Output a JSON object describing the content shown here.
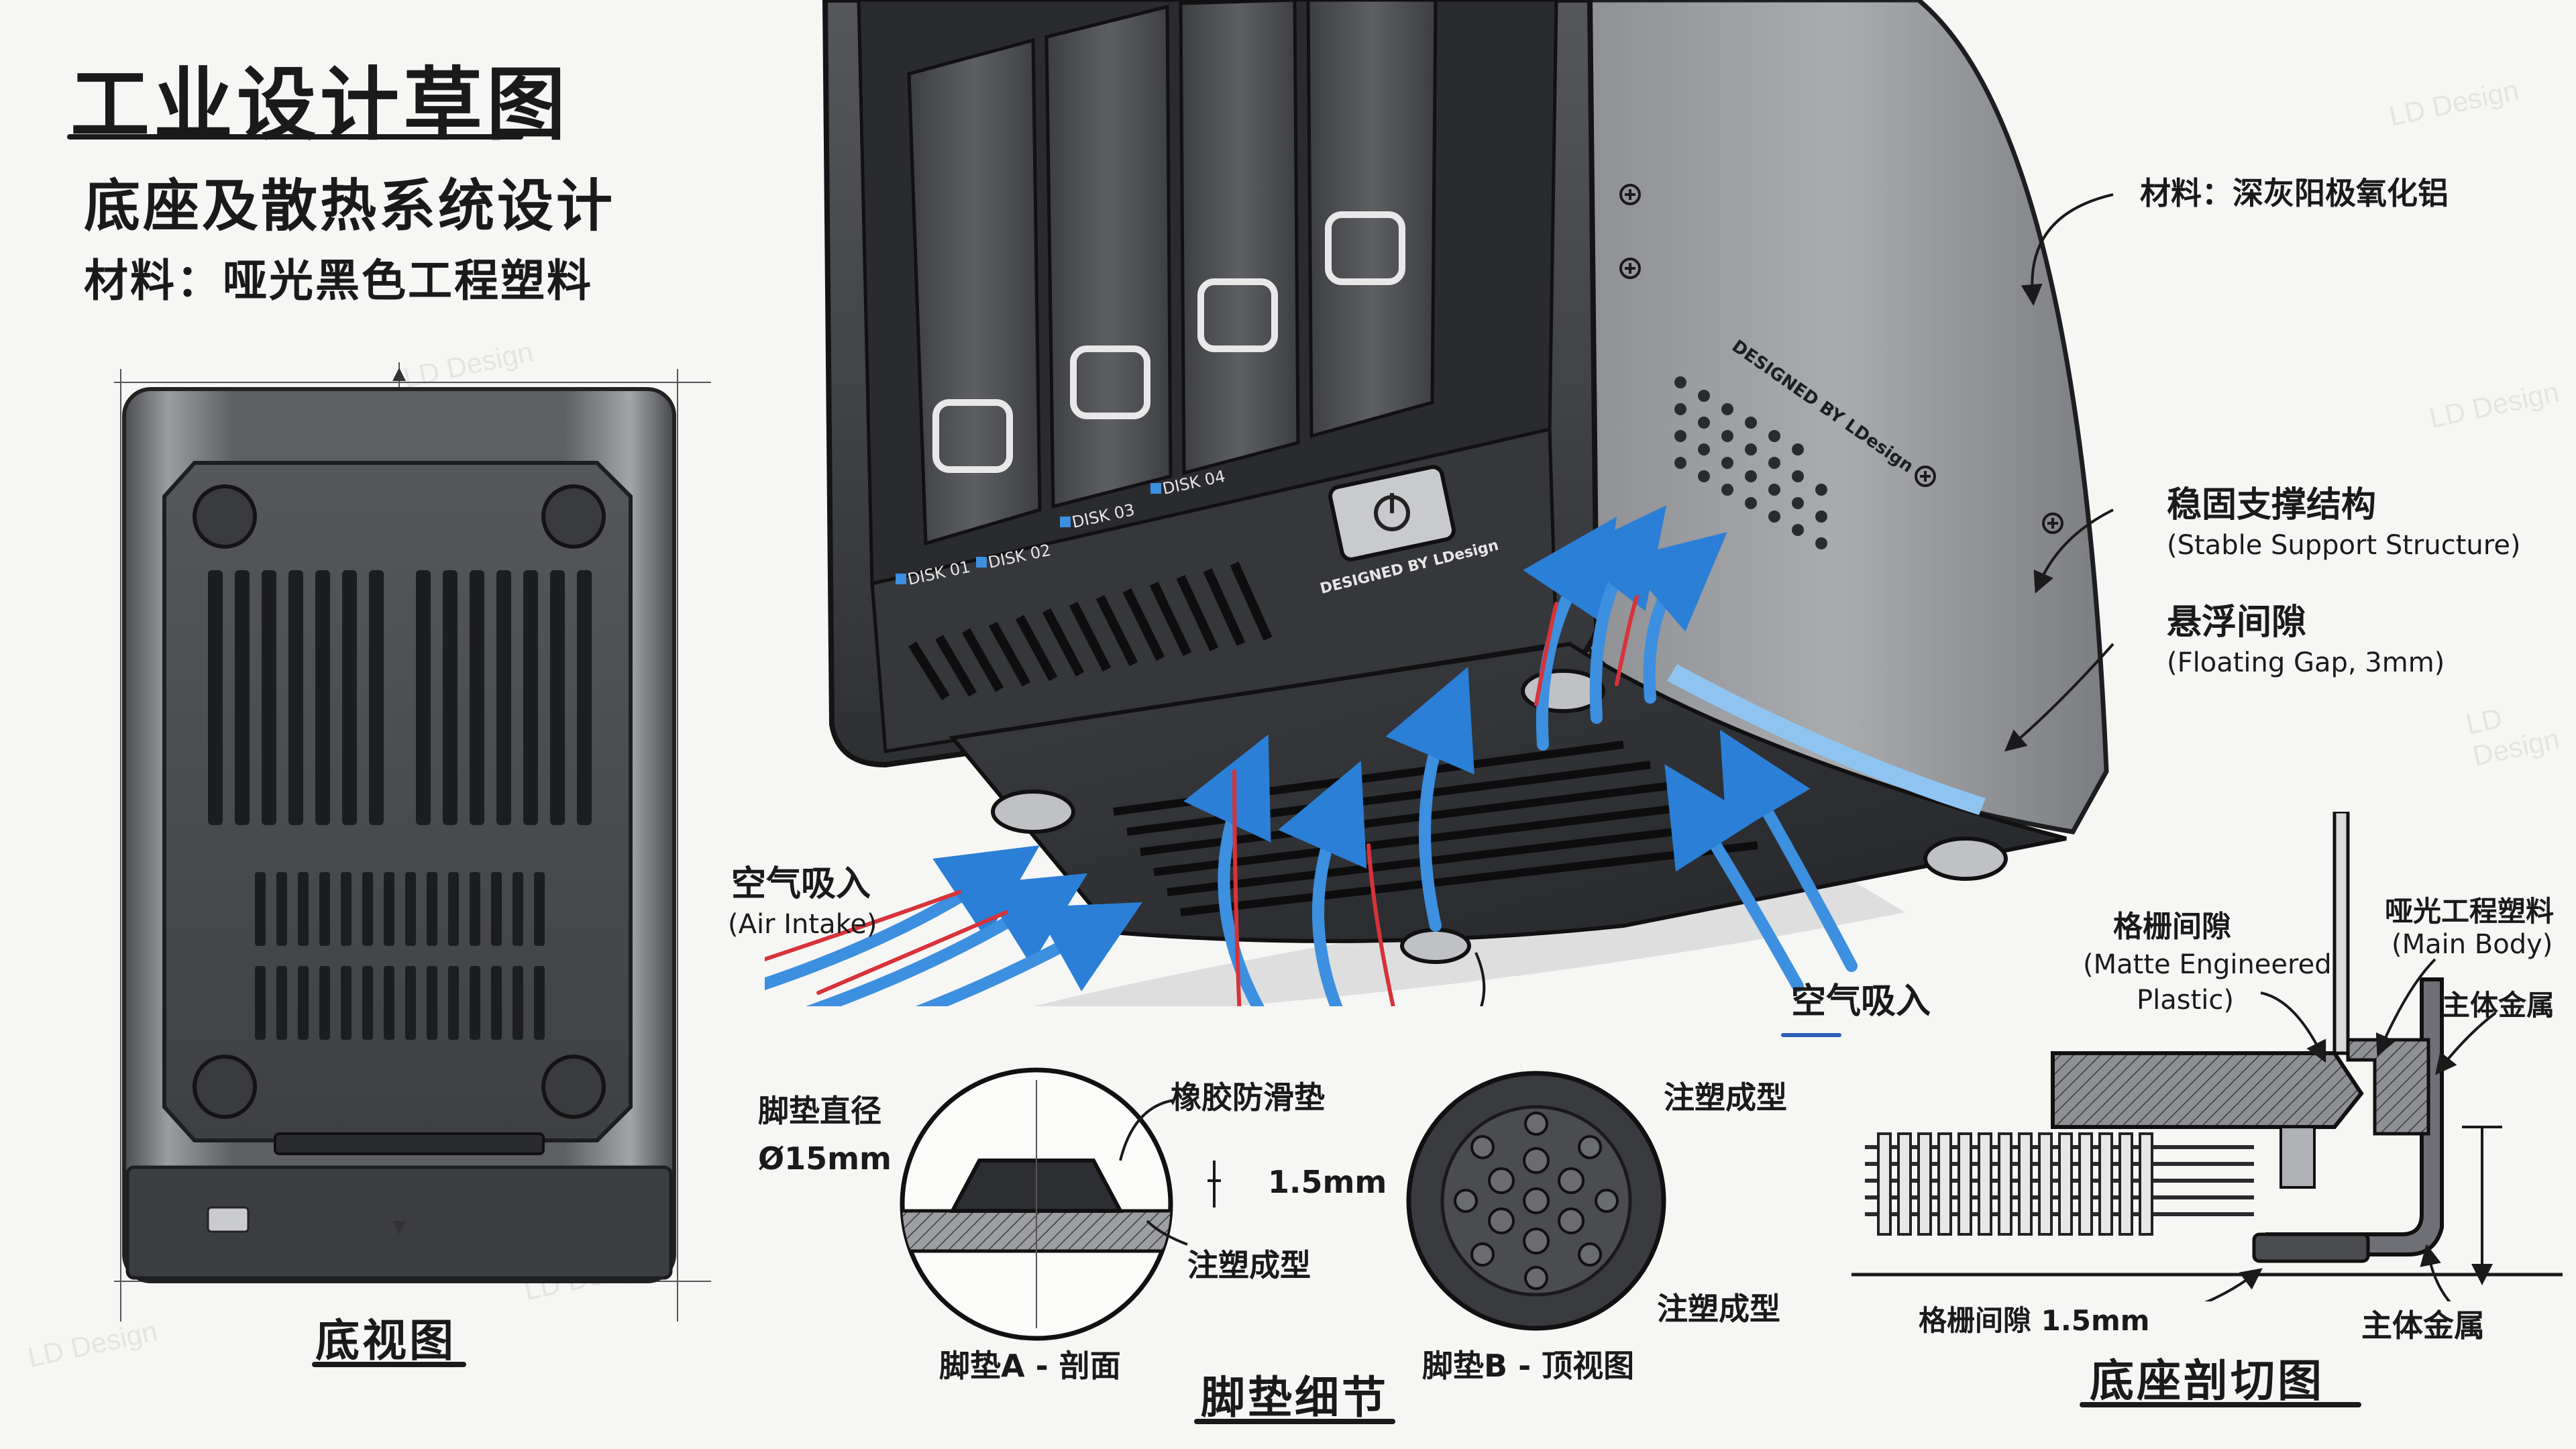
{
  "header": {
    "title": "工业设计草图",
    "subtitle": "底座及散热系统设计",
    "material": "材料：哑光黑色工程塑料"
  },
  "watermark": "LD Design",
  "bottom_view": {
    "caption": "底视图"
  },
  "nas": {
    "disk_labels": [
      "DISK 01",
      "DISK 02",
      "DISK 03",
      "DISK 04"
    ],
    "brand_front": "DESIGNED BY LDesign",
    "brand_side": "DESIGNED BY LDesign"
  },
  "callouts": {
    "material_right": "材料：深灰阳极氧化铝",
    "support_cn": "稳固支撑结构",
    "support_en": "(Stable Support Structure)",
    "gap_cn": "悬浮间隙",
    "gap_en": "(Floating Gap, 3mm)",
    "intake_left_cn": "空气吸入",
    "intake_left_en": "(Air Intake)",
    "intake_right_cn": "空气吸入"
  },
  "foot_detail": {
    "section_title": "脚垫细节",
    "foot_a": {
      "caption": "脚垫A - 剖面",
      "diameter_label": "脚垫直径",
      "diameter_value": "Ø15mm",
      "rubber": "橡胶防滑垫",
      "height": "1.5mm",
      "molded": "注塑成型"
    },
    "foot_b": {
      "caption": "脚垫B - 顶视图",
      "molded_top": "注塑成型",
      "molded_bottom": "注塑成型"
    }
  },
  "base_section": {
    "title": "底座剖切图",
    "grille_cn": "格栅间隙",
    "grille_en_1": "(Matte Engineered",
    "grille_en_2": "Plastic)",
    "body_cn": "哑光工程塑料",
    "body_en": "(Main Body)",
    "metal_top": "主体金属",
    "grille_gap": "格栅间隙 1.5mm",
    "metal_bottom": "主体金属"
  },
  "colors": {
    "accent_blue": "#3d8fe0",
    "accent_red": "#d8323a",
    "body_dark": "#2c2d30",
    "metal": "#6e7075"
  }
}
